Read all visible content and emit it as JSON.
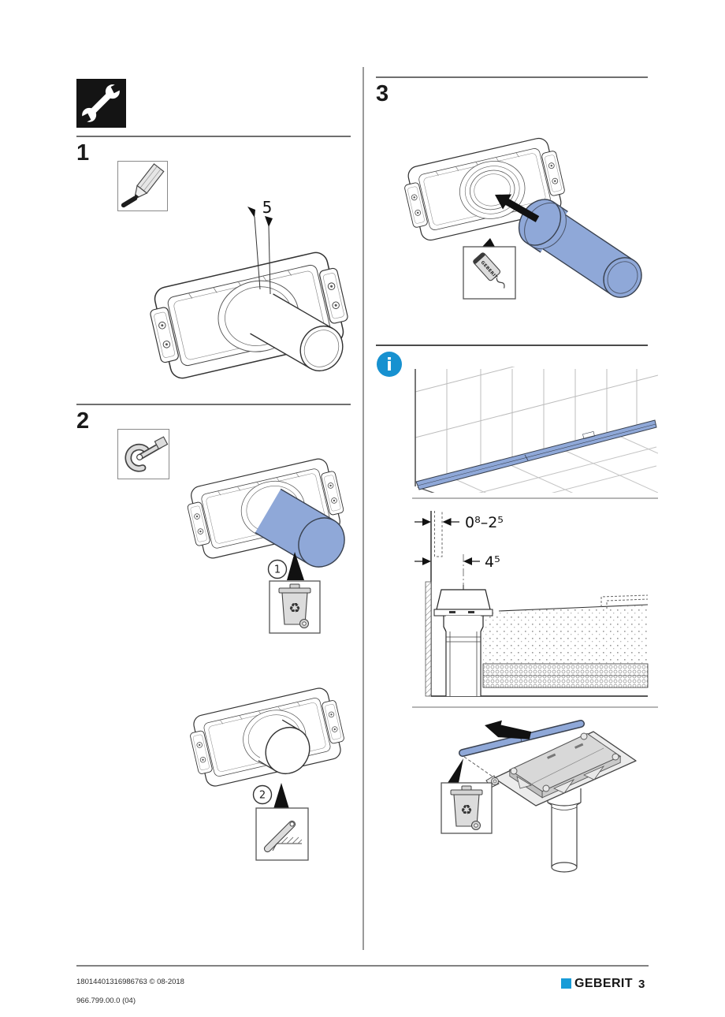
{
  "header": {
    "tools_icon": "wrench-icon"
  },
  "steps": [
    {
      "number": "1",
      "tool_icon": "pencil-icon",
      "dimension": "5"
    },
    {
      "number": "2",
      "tool_icon": "pipe-cutter-icon",
      "callouts": [
        {
          "number": "1",
          "icon": "recycle-bin-icon"
        },
        {
          "number": "2",
          "icon": "deburring-tool-icon"
        }
      ]
    },
    {
      "number": "3",
      "adhesive_label": "GEBERIT",
      "adhesive_icon": "glue-tube-icon"
    }
  ],
  "info": {
    "icon": "info-icon",
    "dimensions": {
      "wall_gap": "0⁸–2⁵",
      "center_offset": "4⁵"
    },
    "disposal_icon": "recycle-bin-icon"
  },
  "icons": {
    "info_glyph": "i",
    "recycle_glyph": "♻"
  },
  "footer": {
    "doc_id": "18014401316986763 © 08-2018",
    "doc_code": "966.799.00.0 (04)",
    "brand": "GEBERIT",
    "page_number": "3"
  },
  "colors": {
    "accent_blue": "#8FA8D8",
    "info_blue": "#1791D0",
    "brand_blue": "#189CD8"
  }
}
